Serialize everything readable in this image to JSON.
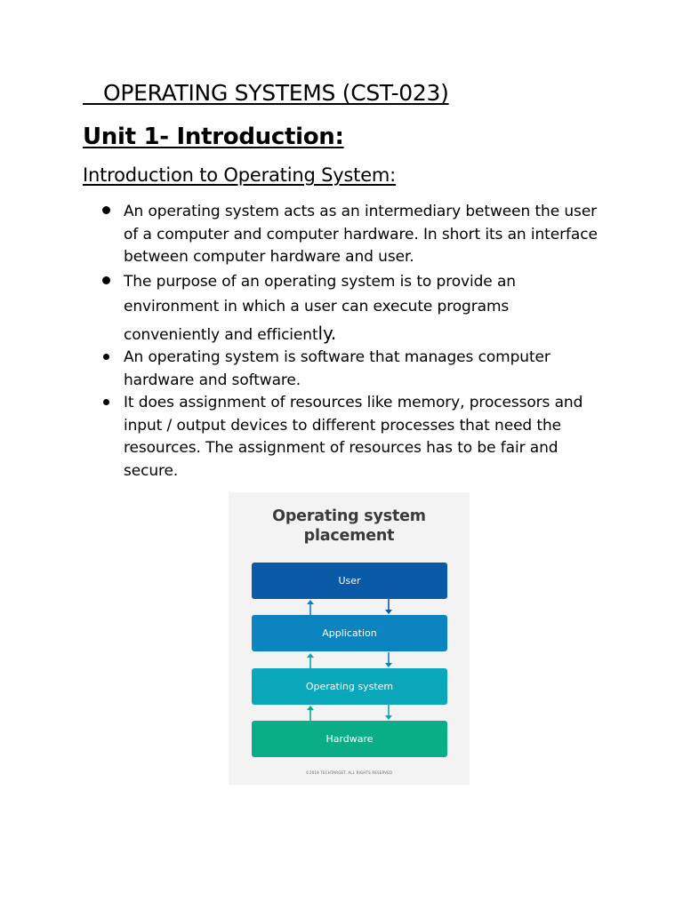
{
  "document": {
    "course_title": "   OPERATING SYSTEMS (CST-023)",
    "unit_title": "Unit 1- Introduction:",
    "section_title": "Introduction to Operating System:",
    "bullets": [
      {
        "lines": [
          "An operating system acts as an intermediary between the user",
          "of a computer and computer hardware. In short its an interface",
          "between computer hardware and user."
        ]
      },
      {
        "lines": [
          "The purpose of an operating system is to provide an",
          "environment in which a user can execute programs",
          "conveniently and efficient"
        ],
        "tail": "ly."
      },
      {
        "lines": [
          "An operating system is software that manages computer",
          "hardware and software."
        ]
      },
      {
        "lines": [
          "It does assignment of resources like memory, processors and",
          "input / output devices to different processes that need the",
          "resources. The assignment of resources has to be fair and",
          "secure."
        ]
      }
    ]
  },
  "figure": {
    "title_line1": "Operating system",
    "title_line2": "placement",
    "layers": [
      {
        "label": "User",
        "color": "#0b5aa8"
      },
      {
        "label": "Application",
        "color": "#0b84c0"
      },
      {
        "label": "Operating system",
        "color": "#0aa6ba"
      },
      {
        "label": "Hardware",
        "color": "#0aae86"
      }
    ],
    "credit": "©2019 TECHTARGET. ALL RIGHTS RESERVED"
  }
}
